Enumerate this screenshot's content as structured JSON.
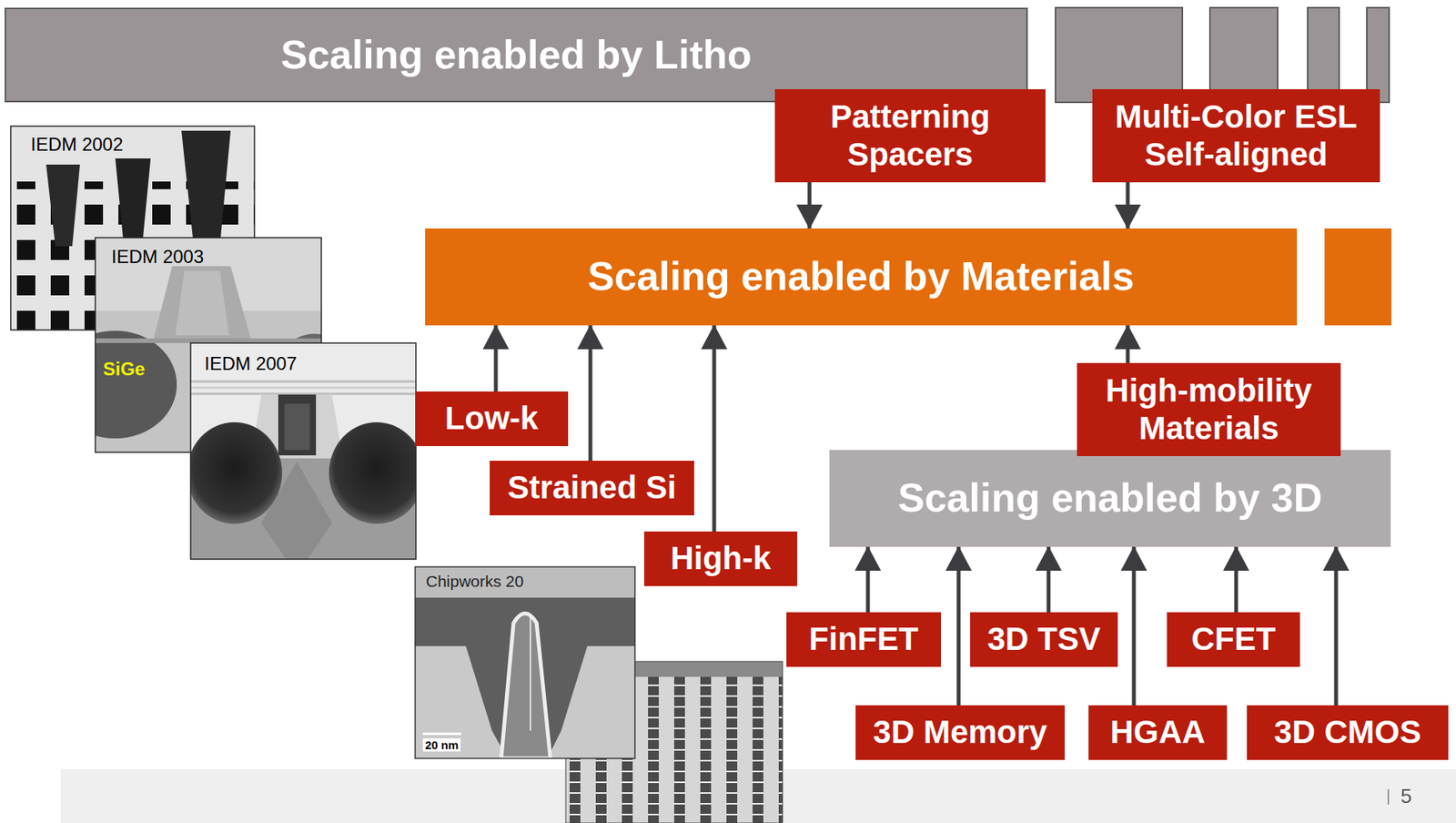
{
  "diagram": {
    "nodes": [
      {
        "text": [
          "Scaling enabled by Litho"
        ]
      },
      {
        "text": [
          "Patterning Spacers"
        ]
      },
      {
        "text": [
          "Multi-Color ESL Self-aligned"
        ]
      },
      {
        "text": [
          "Scaling enabled by Materials"
        ]
      },
      {
        "text": [
          "Low-k"
        ]
      },
      {
        "text": [
          "Strained Si"
        ]
      },
      {
        "text": [
          "High-k"
        ]
      },
      {
        "text": [
          "High-mobility Materials"
        ]
      },
      {
        "text": [
          "Scaling enabled by 3D"
        ]
      },
      {
        "text": [
          "FinFET"
        ]
      },
      {
        "text": [
          "3D TSV"
        ]
      },
      {
        "text": [
          "CFET"
        ]
      },
      {
        "text": [
          "3D Memory"
        ]
      },
      {
        "text": [
          "HGAA"
        ]
      },
      {
        "text": [
          "3D CMOS"
        ]
      }
    ],
    "edges": [
      {
        "from": 1,
        "to": 3,
        "arrow": "to"
      },
      {
        "from": 2,
        "to": 3,
        "arrow": "to"
      },
      {
        "from": 4,
        "to": 3,
        "arrow": "to"
      },
      {
        "from": 5,
        "to": 3,
        "arrow": "to"
      },
      {
        "from": 6,
        "to": 3,
        "arrow": "to"
      },
      {
        "from": 7,
        "to": 3,
        "arrow": "to"
      },
      {
        "from": 9,
        "to": 8,
        "arrow": "to"
      },
      {
        "from": 12,
        "to": 8,
        "arrow": "to"
      },
      {
        "from": 10,
        "to": 8,
        "arrow": "to"
      },
      {
        "from": 13,
        "to": 8,
        "arrow": "to"
      },
      {
        "from": 11,
        "to": 8,
        "arrow": "to"
      },
      {
        "from": 14,
        "to": 8,
        "arrow": "to"
      }
    ],
    "labels": [
      "IEDM 2002",
      "IEDM 2003",
      "SiGe",
      "IEDM 2007",
      "Chipworks 20",
      "20 nm",
      "5"
    ]
  }
}
